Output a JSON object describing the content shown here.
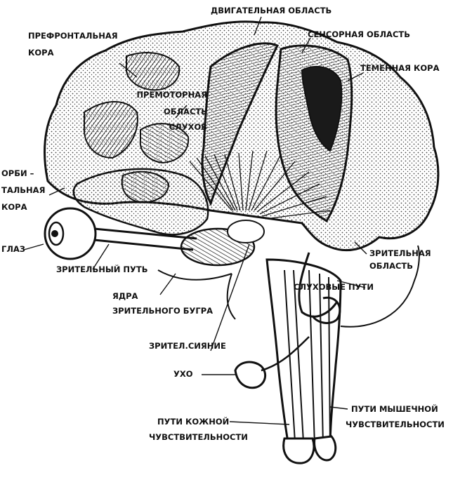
{
  "labels": {
    "motor_area": "ДВИГАТЕЛЬНАЯ ОБЛАСТЬ",
    "prefrontal_1": "ПРЕФРОНТАЛЬНАЯ",
    "prefrontal_2": "КОРА",
    "sensory_area": "СЕНСОРНАЯ ОБЛАСТЬ",
    "parietal_cortex": "ТЕМЕННАЯ КОРА",
    "premotor_1": "ПРЕМОТОРНАЯ",
    "premotor_2": "ОБЛАСТЬ",
    "hearing": "СЛУХОВ",
    "orbital_1": "ОРБИ –",
    "orbital_2": "ТАЛЬНАЯ",
    "orbital_3": "КОРА",
    "eye": "ГЛАЗ",
    "optic_path": "ЗРИТЕЛЬНЫЙ ПУТЬ",
    "visual_area_1": "ЗРИТЕЛЬНАЯ",
    "visual_area_2": "ОБЛАСТЬ",
    "auditory_paths": "СЛУХОВЫЕ ПУТИ",
    "thalamus_1": "ЯДРА",
    "thalamus_2": "ЗРИТЕЛЬНОГО БУГРА",
    "optic_radiation": "ЗРИТЕЛ.СИЯНИЕ",
    "ear": "УХО",
    "muscle_paths_1": "ПУТИ МЫШЕЧНОЙ",
    "muscle_paths_2": "ЧУВСТВИТЕЛЬНОСТИ",
    "skin_paths_1": "ПУТИ КОЖНОЙ",
    "skin_paths_2": "ЧУВСТВИТЕЛЬНОСТИ"
  },
  "colors": {
    "ink": "#111111",
    "paper": "#ffffff",
    "stipple": "#444444"
  }
}
